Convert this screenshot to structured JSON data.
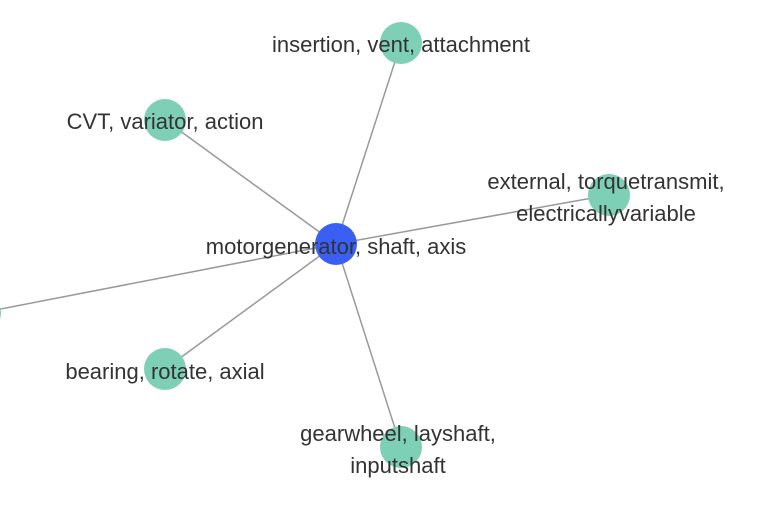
{
  "graph": {
    "colors": {
      "center_node": "#3a5ff5",
      "leaf_node": "#7dcfb6",
      "edge": "#999999",
      "label": "#333333"
    },
    "center": {
      "id": "center",
      "label_lines": [
        "motorgenerator, shaft, axis"
      ]
    },
    "leaves": [
      {
        "id": "top",
        "label_lines": [
          "insertion, vent, attachment"
        ]
      },
      {
        "id": "upper-left",
        "label_lines": [
          "CVT, variator, action"
        ]
      },
      {
        "id": "right",
        "label_lines": [
          "external, torquetransmit,",
          "electricallyvariable"
        ]
      },
      {
        "id": "lower-left",
        "label_lines": [
          "bearing, rotate, axial"
        ]
      },
      {
        "id": "bottom",
        "label_lines": [
          "gearwheel, layshaft,",
          "inputshaft"
        ]
      },
      {
        "id": "off-left",
        "label_lines": []
      }
    ]
  }
}
